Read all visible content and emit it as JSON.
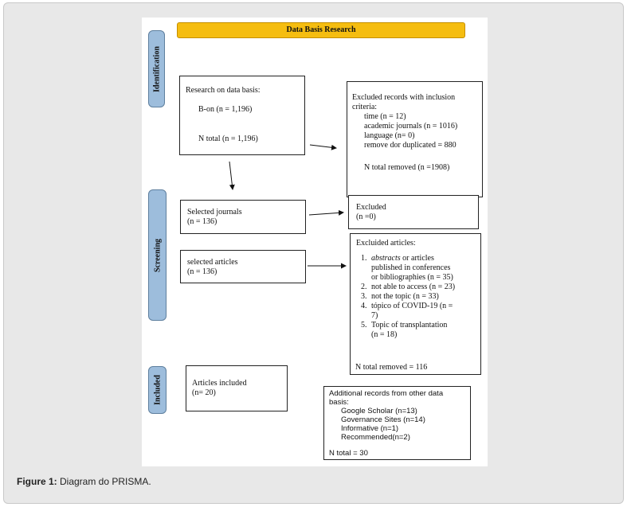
{
  "banner": "Data Basis Research",
  "sides": {
    "identification": "Identification",
    "screening": "Screening",
    "included": "Included"
  },
  "research": {
    "title": "Research on data basis:",
    "bon": "B-on (n = 1,196)",
    "total": "N total (n = 1,196)"
  },
  "excluded_records": {
    "title_line1": "Excluded records with inclusion",
    "title_line2": "criteria:",
    "items": [
      "time (n = 12)",
      "academic journals (n = 1016)",
      "language (n= 0)",
      "remove dor duplicated = 880"
    ],
    "total": "N total removed (n =1908)"
  },
  "selected_journals": {
    "line1": "Selected journals",
    "line2": "(n = 136)"
  },
  "excluded_box": {
    "line1": "Excluded",
    "line2": "(n =0)"
  },
  "selected_articles": {
    "line1": "selected articles",
    "line2": "(n = 136)"
  },
  "excluded_articles": {
    "title": "Excluided articles:",
    "items": [
      {
        "num": "1.",
        "emph": "abstracts",
        "rest": " or articles",
        "lines": [
          "published in conferences",
          "or  bibliographies (n = 35)"
        ]
      },
      {
        "num": "2.",
        "text": "not able to access (n = 23)"
      },
      {
        "num": "3.",
        "text": "not the topic  (n = 33)"
      },
      {
        "num": "4.",
        "text": "tópico of COVID-19 (n =",
        "line2": "7)"
      },
      {
        "num": "5.",
        "text": "Topic of transplantation",
        "line2": "(n = 18)"
      }
    ],
    "total": "N total removed = 116"
  },
  "articles_included": {
    "line1": "Articles  included",
    "line2": "(n= 20)"
  },
  "additional": {
    "line1": "Additional records from other data",
    "line2": "basis:",
    "items": [
      "Google Scholar (n=13)",
      "Governance Sites (n=14)",
      "Informative  (n=1)",
      "Recommended(n=2)"
    ],
    "total": "N total = 30"
  },
  "caption": {
    "label": "Figure 1:",
    "text": " Diagram do PRISMA."
  },
  "colors": {
    "banner": "#f5bd10",
    "side_panel": "#9dbddc",
    "background": "#e8e8e8"
  }
}
